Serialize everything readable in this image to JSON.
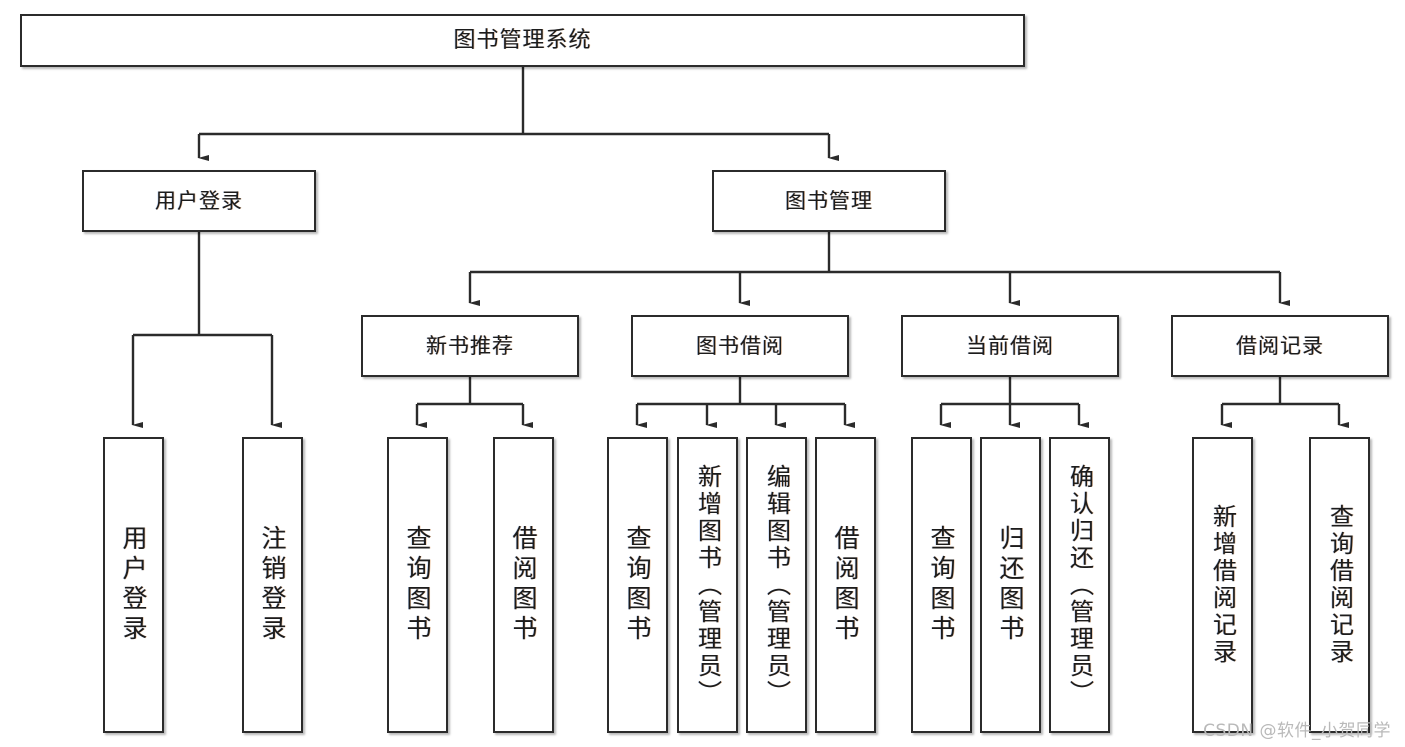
{
  "diagram": {
    "title": "图书管理系统",
    "type": "tree",
    "orientation": "top-down",
    "colors": {
      "box_border": "#2b2b2b",
      "box_fill": "#ffffff",
      "connector": "#2b2b2b",
      "text": "#1c1c1c",
      "watermark": "#b9b9b9",
      "background": "#ffffff"
    }
  },
  "root": {
    "label": "图书管理系统"
  },
  "level2": [
    {
      "label": "用户登录"
    },
    {
      "label": "图书管理"
    }
  ],
  "level3": [
    {
      "label": "新书推荐"
    },
    {
      "label": "图书借阅"
    },
    {
      "label": "当前借阅"
    },
    {
      "label": "借阅记录"
    }
  ],
  "leaves": {
    "user_login": [
      {
        "label": "用户登录"
      },
      {
        "label": "注销登录"
      }
    ],
    "new_book": [
      {
        "label": "查询图书"
      },
      {
        "label": "借阅图书"
      }
    ],
    "book_borrow": [
      {
        "label": "查询图书"
      },
      {
        "label": "新增图书（管理员）"
      },
      {
        "label": "编辑图书（管理员）"
      },
      {
        "label": "借阅图书"
      }
    ],
    "current_borrow": [
      {
        "label": "查询图书"
      },
      {
        "label": "归还图书"
      },
      {
        "label": "确认归还（管理员）"
      }
    ],
    "borrow_record": [
      {
        "label": "新增借阅记录"
      },
      {
        "label": "查询借阅记录"
      }
    ]
  },
  "watermark": {
    "text": "CSDN @软件_小贺同学"
  }
}
